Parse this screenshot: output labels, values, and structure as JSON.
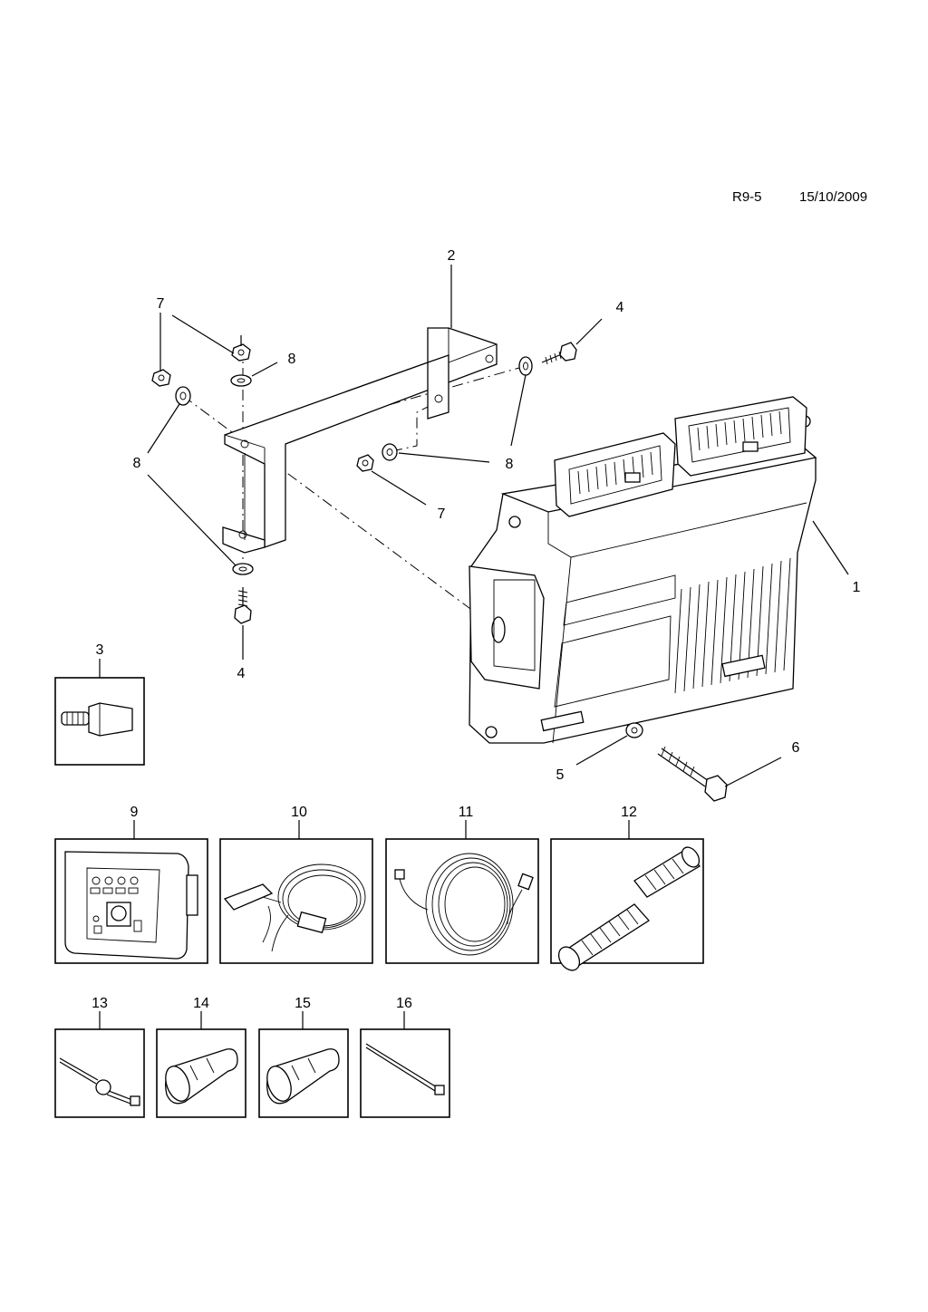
{
  "header": {
    "ref": "R9-5",
    "date": "15/10/2009"
  },
  "callouts": {
    "c1": "1",
    "c2": "2",
    "c3": "3",
    "c4a": "4",
    "c4b": "4",
    "c5": "5",
    "c6": "6",
    "c7a": "7",
    "c7b": "7",
    "c8a": "8",
    "c8b": "8",
    "c8c": "8",
    "c9": "9",
    "c10": "10",
    "c11": "11",
    "c12": "12",
    "c13": "13",
    "c14": "14",
    "c15": "15",
    "c16": "16"
  }
}
